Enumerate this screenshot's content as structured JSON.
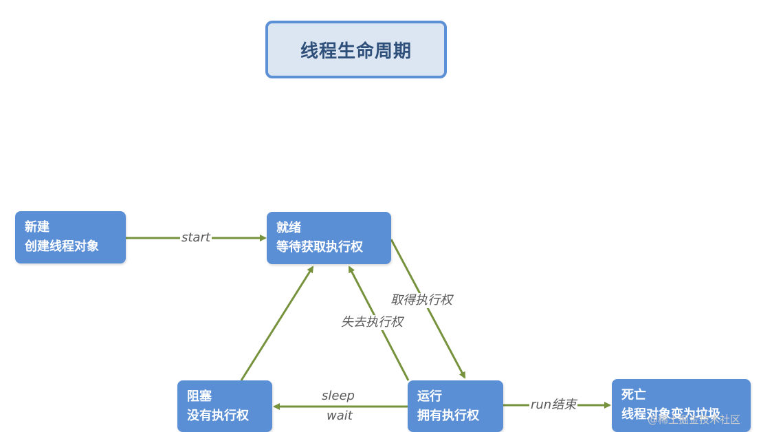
{
  "title": "线程生命周期",
  "nodes": {
    "new": {
      "title": "新建",
      "desc": "创建线程对象"
    },
    "ready": {
      "title": "就绪",
      "desc": "等待获取执行权"
    },
    "blocked": {
      "title": "阻塞",
      "desc": "没有执行权"
    },
    "running": {
      "title": "运行",
      "desc": "拥有执行权"
    },
    "dead": {
      "title": "死亡",
      "desc": "线程对象变为垃圾"
    }
  },
  "edges": {
    "start": "start",
    "acquire": "取得执行权",
    "lose": "失去执行权",
    "sleep": "sleep",
    "wait": "wait",
    "run_end": "run结束"
  },
  "watermark": "@稀土掘金技术社区",
  "colors": {
    "node_fill": "#5a8fd6",
    "edge": "#76923c",
    "title_fill": "#dce6f2",
    "title_border": "#5b8fd6"
  }
}
